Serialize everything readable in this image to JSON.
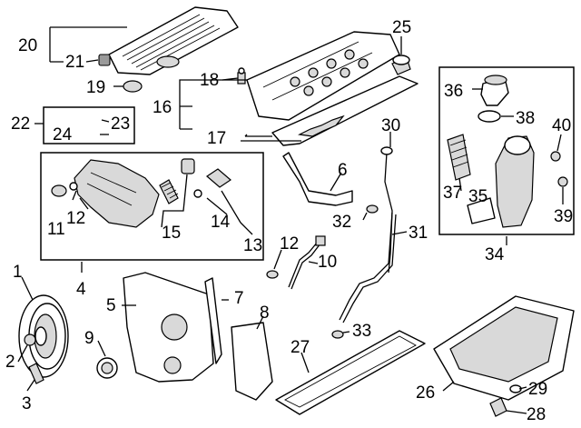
{
  "callouts": {
    "c1": "1",
    "c2": "2",
    "c3": "3",
    "c4": "4",
    "c5": "5",
    "c6": "6",
    "c7": "7",
    "c8": "8",
    "c9": "9",
    "c10": "10",
    "c11": "11",
    "c12a": "12",
    "c12b": "12",
    "c13": "13",
    "c14": "14",
    "c15": "15",
    "c16": "16",
    "c17": "17",
    "c18": "18",
    "c19": "19",
    "c20": "20",
    "c21": "21",
    "c22": "22",
    "c23": "23",
    "c24": "24",
    "c25": "25",
    "c26": "26",
    "c27": "27",
    "c28": "28",
    "c29": "29",
    "c30": "30",
    "c31": "31",
    "c32": "32",
    "c33": "33",
    "c34": "34",
    "c35": "35",
    "c36": "36",
    "c37": "37",
    "c38": "38",
    "c39": "39",
    "c40": "40"
  }
}
